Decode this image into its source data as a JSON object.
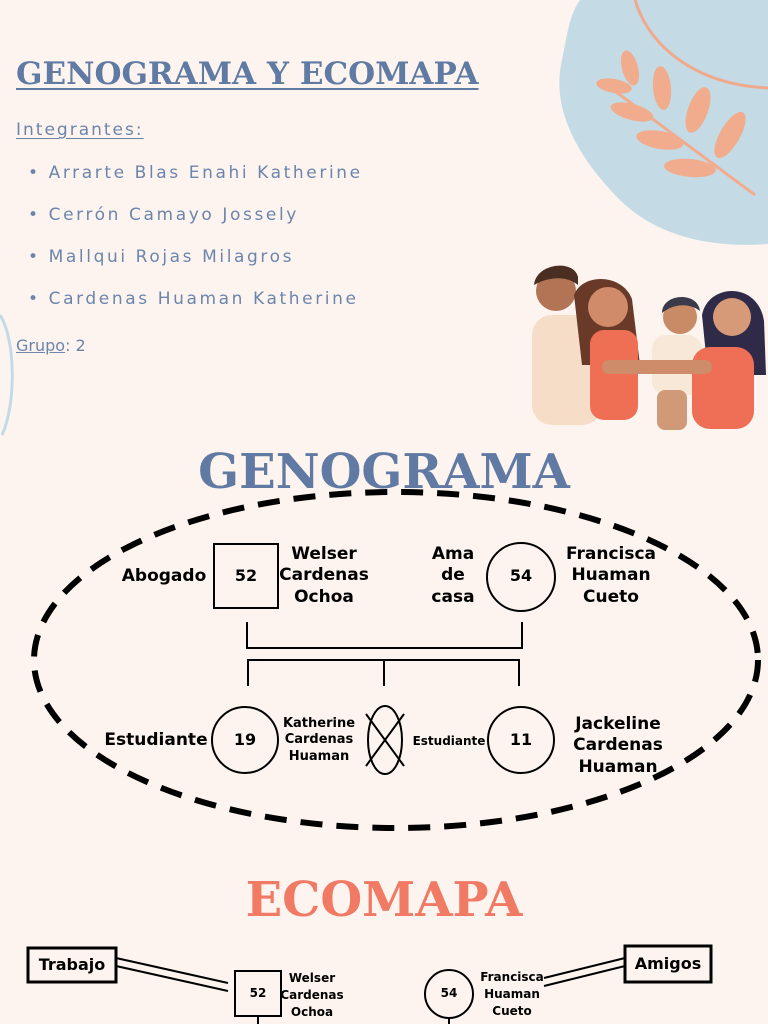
{
  "header": {
    "title": "GENOGRAMA Y ECOMAPA",
    "integrantes_label": "Integrantes:",
    "members": [
      "Arrarte Blas Enahi Katherine",
      "Cerrón Camayo Jossely",
      "Mallqui Rojas Milagros",
      "Cardenas Huaman Katherine"
    ],
    "grupo_label": "Grupo",
    "grupo_value": ": 2"
  },
  "genograma": {
    "title": "GENOGRAMA",
    "father": {
      "age": "52",
      "name_lines": [
        "Welser",
        "Cardenas",
        "Ochoa"
      ],
      "occupation": "Abogado"
    },
    "mother": {
      "age": "54",
      "name_lines": [
        "Francisca",
        "Huaman",
        "Cueto"
      ],
      "occupation_lines": [
        "Ama",
        "de",
        "casa"
      ]
    },
    "child1": {
      "age": "19",
      "name_lines": [
        "Katherine",
        "Cardenas",
        "Huaman"
      ],
      "occupation": "Estudiante"
    },
    "child2": {
      "age": "11",
      "name_lines": [
        "Jackeline",
        "Cardenas",
        "Huaman"
      ],
      "occupation": "Estudiante"
    }
  },
  "ecomapa": {
    "title": "ECOMAPA",
    "trabajo": "Trabajo",
    "amigos": "Amigos",
    "father": {
      "age": "52",
      "name_lines": [
        "Welser",
        "Cardenas",
        "Ochoa"
      ]
    },
    "mother": {
      "age": "54",
      "name_lines": [
        "Francisca",
        "Huaman",
        "Cueto"
      ]
    }
  },
  "colors": {
    "background": "#fdf4ef",
    "blue_text": "#6b85ac",
    "coral": "#f07a64",
    "blob_blue": "#c4dbe6",
    "leaf": "#f0ac8c"
  }
}
